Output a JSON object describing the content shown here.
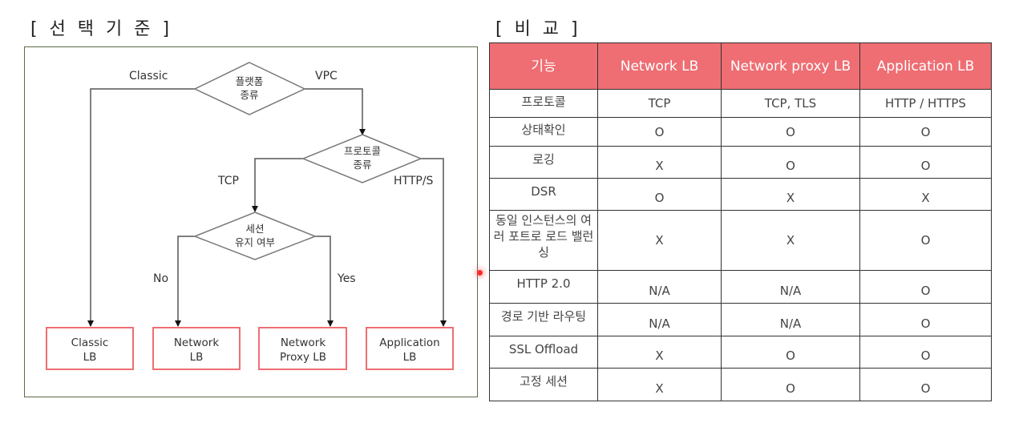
{
  "left": {
    "title": "[ 선 택 기 준 ]",
    "decisions": [
      {
        "id": "platform",
        "line1": "플랫폼",
        "line2": "종류"
      },
      {
        "id": "protocol",
        "line1": "프로토콜",
        "line2": "종류"
      },
      {
        "id": "session",
        "line1": "세션",
        "line2": "유지 여부"
      }
    ],
    "edge_labels": {
      "classic": "Classic",
      "vpc": "VPC",
      "tcp": "TCP",
      "http": "HTTP/S",
      "no": "No",
      "yes": "Yes"
    },
    "outcomes": [
      {
        "id": "classic-lb",
        "line1": "Classic",
        "line2": "LB"
      },
      {
        "id": "network-lb",
        "line1": "Network",
        "line2": "LB"
      },
      {
        "id": "network-proxy-lb",
        "line1": "Network",
        "line2": "Proxy LB"
      },
      {
        "id": "application-lb",
        "line1": "Application",
        "line2": "LB"
      }
    ]
  },
  "right": {
    "title": "[ 비   교 ]",
    "headers": [
      "기능",
      "Network LB",
      "Network proxy LB",
      "Application LB"
    ],
    "rows": [
      {
        "feature": "프로토콜",
        "values": [
          "TCP",
          "TCP, TLS",
          "HTTP / HTTPS"
        ]
      },
      {
        "feature": "상태확인",
        "values": [
          "O",
          "O",
          "O"
        ]
      },
      {
        "feature": "로깅",
        "values": [
          "X",
          "O",
          "O"
        ]
      },
      {
        "feature": "DSR",
        "values": [
          "O",
          "X",
          "X"
        ]
      },
      {
        "feature": "동일 인스턴스의 여러 포트로 로드 밸런싱",
        "values": [
          "X",
          "X",
          "O"
        ]
      },
      {
        "feature": "HTTP 2.0",
        "values": [
          "N/A",
          "N/A",
          "O"
        ]
      },
      {
        "feature": "경로 기반 라우팅",
        "values": [
          "N/A",
          "N/A",
          "O"
        ]
      },
      {
        "feature": "SSL Offload",
        "values": [
          "X",
          "O",
          "O"
        ]
      },
      {
        "feature": "고정 세션",
        "values": [
          "X",
          "O",
          "O"
        ]
      }
    ]
  },
  "colors": {
    "header_bg": "#ee6e73",
    "outcome_border": "#ee6e73",
    "frame_border": "#5c6b4a"
  }
}
